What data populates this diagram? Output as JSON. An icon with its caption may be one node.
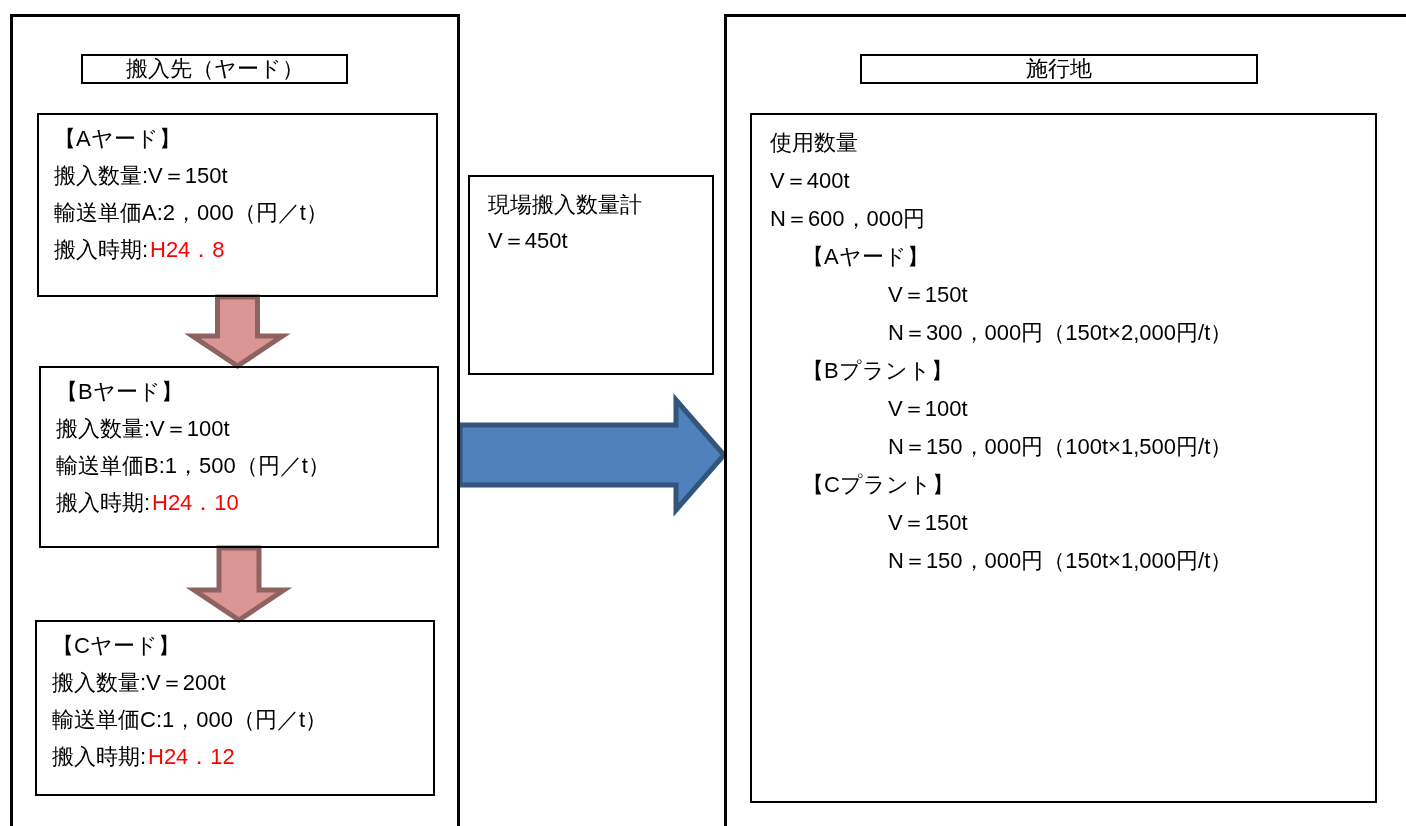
{
  "diagram": {
    "nodes": [
      {
        "text": [
          "搬入先（ヤード）"
        ]
      },
      {
        "text": [
          "【Aヤード】",
          "搬入数量:V＝150t",
          "輸送単価A:2，000（円／t）",
          "搬入時期:",
          "H24．8"
        ],
        "in": 0
      },
      {
        "text": [
          "【Bヤード】",
          "搬入数量:V＝100t",
          "輸送単価B:1，500（円／t）",
          "搬入時期:",
          "H24．10"
        ],
        "in": 0
      },
      {
        "text": [
          "【Cヤード】",
          "搬入数量:V＝200t",
          "輸送単価C:1，000（円／t）",
          "搬入時期:",
          "H24．12"
        ],
        "in": 0
      },
      {
        "text": [
          "現場搬入数量計",
          "V＝450t"
        ]
      },
      {
        "text": [
          "施行地"
        ]
      },
      {
        "text": [
          "使用数量",
          "V＝400t",
          "N＝600，000円",
          "【Aヤード】",
          "V＝150t",
          "N＝300，000円（150t×2,000円/t）",
          "【Bプラント】",
          "V＝100t",
          "N＝150，000円（100t×1,500円/t）",
          "【Cプラント】",
          "V＝150t",
          "N＝150，000円（150t×1,000円/t）"
        ],
        "in": 5
      }
    ],
    "edges": [
      {
        "from": 1,
        "to": 2,
        "arrow": "to"
      },
      {
        "from": 2,
        "to": 3,
        "arrow": "to"
      },
      {
        "from": 0,
        "to": 5,
        "arrow": "to",
        "color": "#4f81bd"
      }
    ]
  }
}
